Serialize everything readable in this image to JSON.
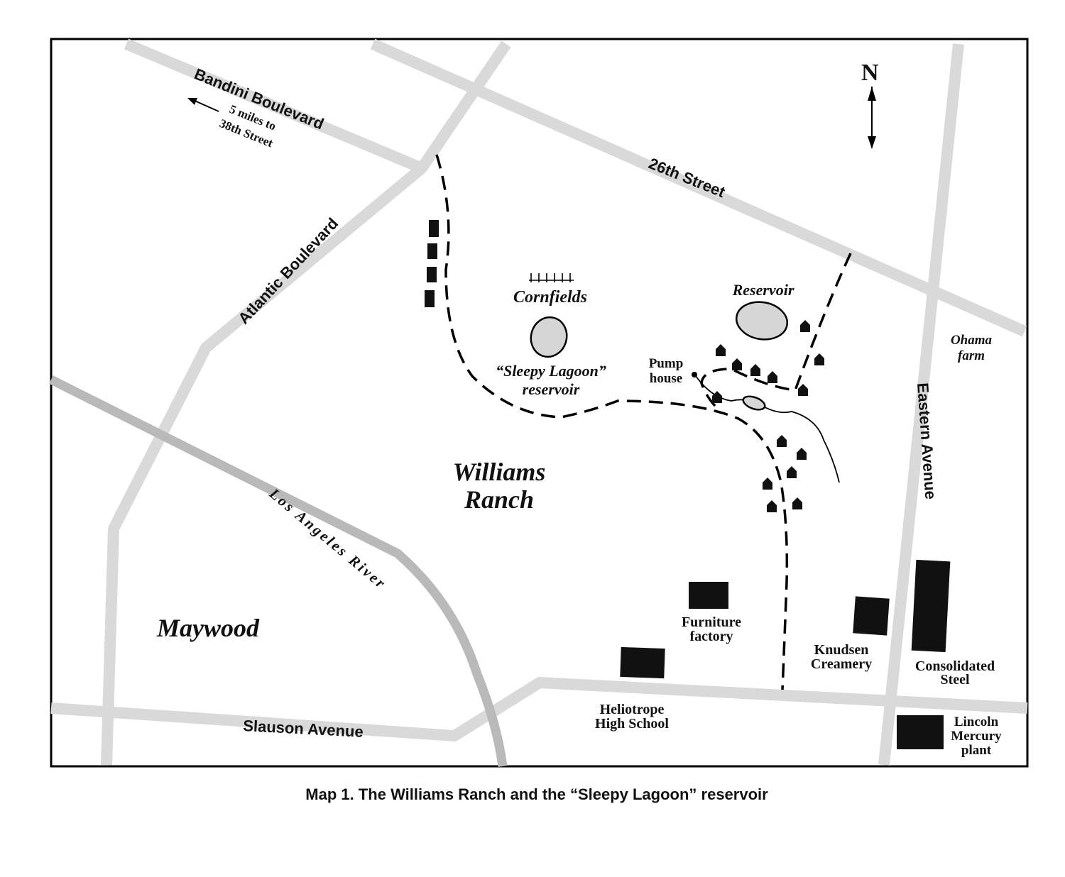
{
  "map": {
    "roads": {
      "bandini": "Bandini Boulevard",
      "bandini_note_1": "5 miles to",
      "bandini_note_2": "38th Street",
      "street_26th": "26th Street",
      "atlantic": "Atlantic Boulevard",
      "eastern": "Eastern Avenue",
      "slauson": "Slauson Avenue"
    },
    "river": "Los Angeles River",
    "compass": "N",
    "areas": {
      "williams_1": "Williams",
      "williams_2": "Ranch",
      "maywood": "Maywood"
    },
    "features": {
      "cornfields": "Cornfields",
      "lagoon_1": "“Sleepy Lagoon”",
      "lagoon_2": "reservoir",
      "reservoir": "Reservoir",
      "pump_1": "Pump",
      "pump_2": "house",
      "ohama_1": "Ohama",
      "ohama_2": "farm",
      "furniture_1": "Furniture",
      "furniture_2": "factory",
      "knudsen_1": "Knudsen",
      "knudsen_2": "Creamery",
      "steel_1": "Consolidated",
      "steel_2": "Steel",
      "heliotrope_1": "Heliotrope",
      "heliotrope_2": "High School",
      "lincoln_1": "Lincoln",
      "lincoln_2": "Mercury",
      "lincoln_3": "plant"
    },
    "caption": "Map 1. The Williams Ranch and the “Sleepy Lagoon” reservoir"
  }
}
